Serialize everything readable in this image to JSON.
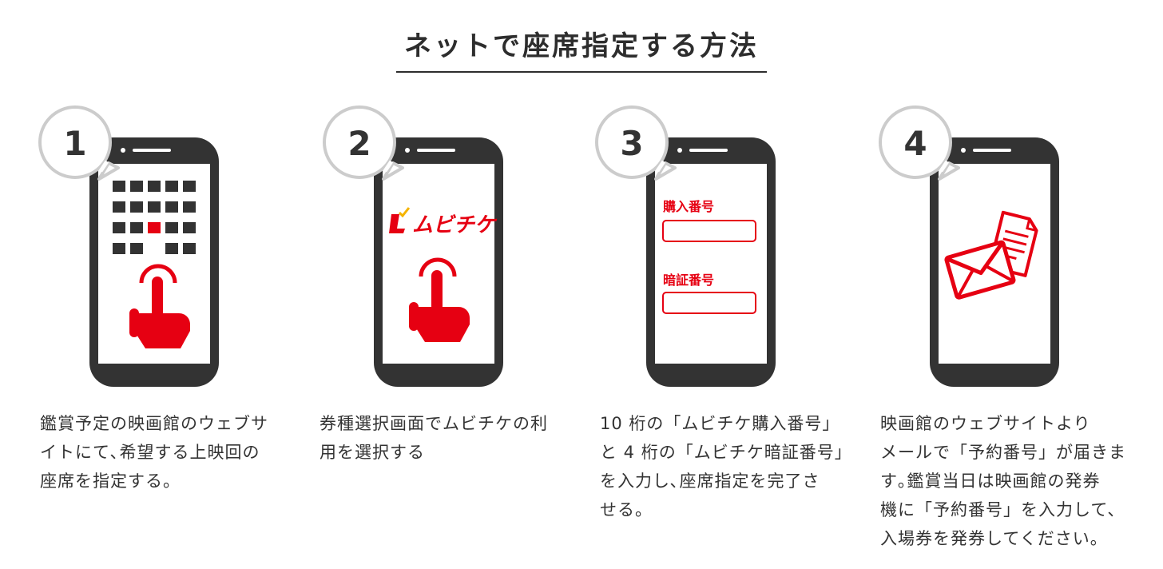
{
  "title": "ネットで座席指定する方法",
  "colors": {
    "accent": "#e60012",
    "phone": "#333333",
    "bubble": "#cccccc",
    "text": "#333333"
  },
  "steps": [
    {
      "number": "1",
      "icon": "seat-map-tap-icon",
      "desc": "鑑賞予定の映画館のウェブサ\nイトにて､希望する上映回の\n座席を指定する。"
    },
    {
      "number": "2",
      "icon": "tap-hand-icon",
      "brand": "ムビチケ",
      "desc": "券種選択画面でムビチケの利\n用を選択する"
    },
    {
      "number": "3",
      "icon": "form-icon",
      "field1": "購入番号",
      "field2": "暗証番号",
      "desc": "10 桁の「ムビチケ購入番号」\nと 4 桁の「ムビチケ暗証番号」\nを入力し､座席指定を完了さ\nせる。"
    },
    {
      "number": "4",
      "icon": "mail-icon",
      "desc": "映画館のウェブサイトより\nメールで「予約番号」が届きま\nす｡鑑賞当日は映画館の発券\n機に「予約番号」を入力して、\n入場券を発券してください。"
    }
  ]
}
